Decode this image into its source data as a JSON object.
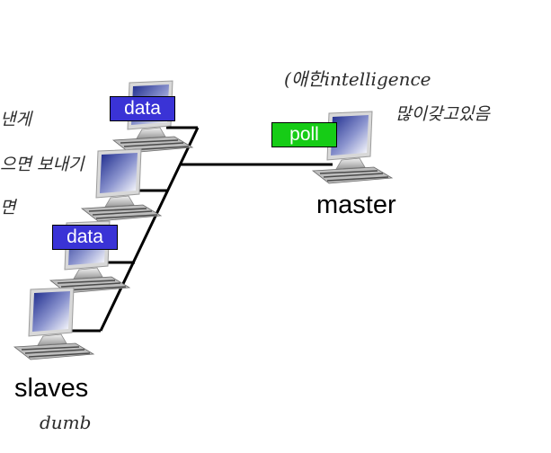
{
  "labels": {
    "data_top": "data",
    "data_mid": "data",
    "poll": "poll",
    "master": "master",
    "slaves": "slaves"
  },
  "notes": {
    "master_note_1": "(애한intelligence",
    "master_note_2": "많이갖고있음",
    "slaves_note": "dumb",
    "left_note_1": "낸게",
    "left_note_2": "으면 보내기",
    "left_note_3": "면"
  },
  "colors": {
    "data_tag": "#3a33d6",
    "poll_tag": "#16cc16",
    "wire": "#000000",
    "screen_dark": "#1c2a8c",
    "screen_light": "#ffffff",
    "monitor_frame": "#e4e4e4",
    "keyboard": "#8a8a8a"
  }
}
